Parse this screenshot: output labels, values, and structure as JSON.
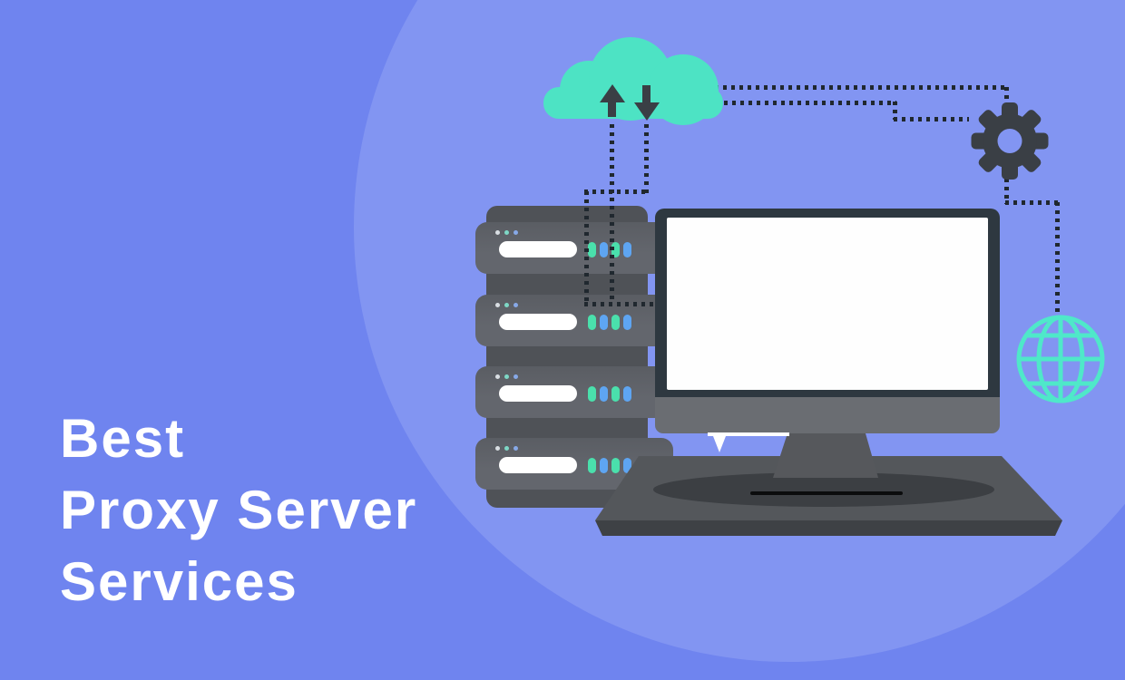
{
  "title": {
    "lines": [
      "Best",
      "Proxy Server",
      "Services"
    ]
  },
  "palette": {
    "bg": "#6F84EF",
    "circle": "#8295F2",
    "teal": "#4DE3C4",
    "dark_icon": "#3A3F45",
    "dotted": "#20282F",
    "panel": "#4F5257",
    "unit": "#63666D",
    "unit_top": "#5A5D63",
    "pill": "#FFFFFF",
    "bezel": "#2E3840",
    "screen": "#FEFEFE",
    "chin": "#6A6D72",
    "platform_top": "#54575B",
    "platform_front": "#3E4145",
    "ellipse_shadow": "#3C3F43",
    "neck": "#56585C",
    "slot": "#0B0C0D",
    "text": "#FFFFFF",
    "globe_stroke": "#4FE8C9"
  },
  "illustration": {
    "cloud": {
      "icon": "cloud-icon",
      "arrows": [
        "upload-arrow",
        "download-arrow"
      ]
    },
    "servers": {
      "count": 4,
      "leds_per_server": 4,
      "led_colors": [
        "#4AE0AC",
        "#5EA5F2",
        "#4AE0AC",
        "#5EA5F2"
      ],
      "dot_colors": [
        "#D9DEE3",
        "#7ED8C6",
        "#87A9E8"
      ]
    },
    "monitor": {
      "screen_state": "blank"
    },
    "icons": [
      "gear-icon",
      "globe-icon"
    ]
  }
}
